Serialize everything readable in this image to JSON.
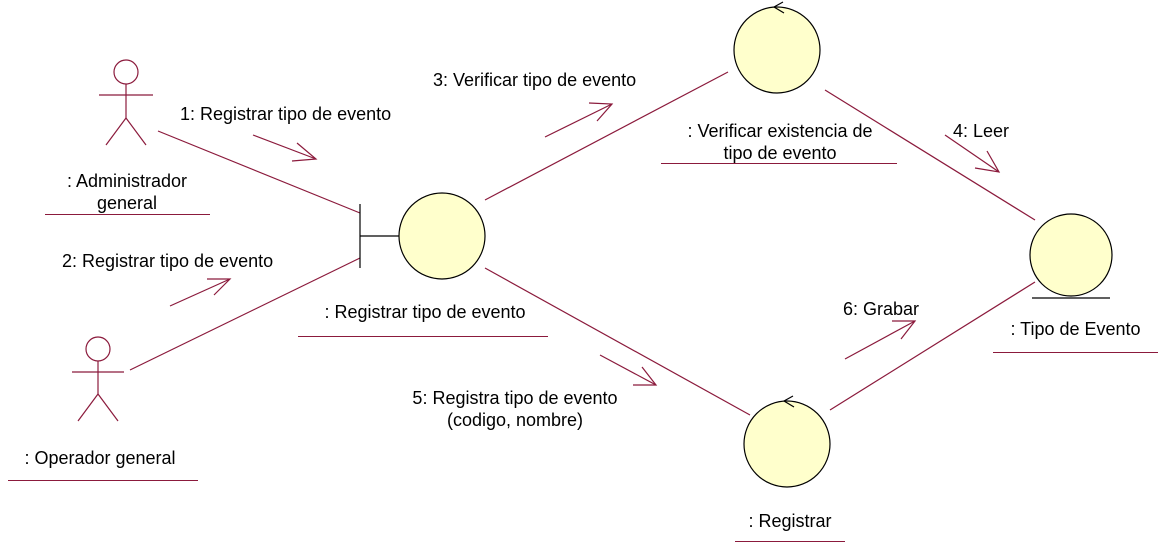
{
  "colors": {
    "line": "#8b1a3c",
    "object_fill": "#ffffcc",
    "object_stroke": "#000000",
    "text": "#000000",
    "background": "#ffffff"
  },
  "actors": {
    "administrador": {
      "name_line1": ": Administrador",
      "name_line2": "general",
      "icon": "actor-stick-figure-icon"
    },
    "operador": {
      "name": ": Operador general",
      "icon": "actor-stick-figure-icon"
    }
  },
  "objects": {
    "boundary": {
      "name": ": Registrar tipo de evento",
      "icon": "boundary-icon"
    },
    "control_verificar": {
      "name_line1": ": Verificar existencia de",
      "name_line2": "tipo de evento",
      "icon": "control-icon"
    },
    "control_registrar": {
      "name": ": Registrar",
      "icon": "control-icon"
    },
    "entity_tipo": {
      "name": ": Tipo de Evento",
      "icon": "entity-icon"
    }
  },
  "messages": {
    "m1": ": Registrar tipo de evento",
    "m1_num": "1",
    "m2": ": Registrar tipo de evento",
    "m2_num": "2",
    "m3": ": Verificar tipo de evento",
    "m3_num": "3",
    "m4": ": Leer",
    "m4_num": "4",
    "m5_line1": ": Registra tipo de evento",
    "m5_num": "5",
    "m5_line2": "(codigo, nombre)",
    "m6": ": Grabar",
    "m6_num": "6"
  }
}
